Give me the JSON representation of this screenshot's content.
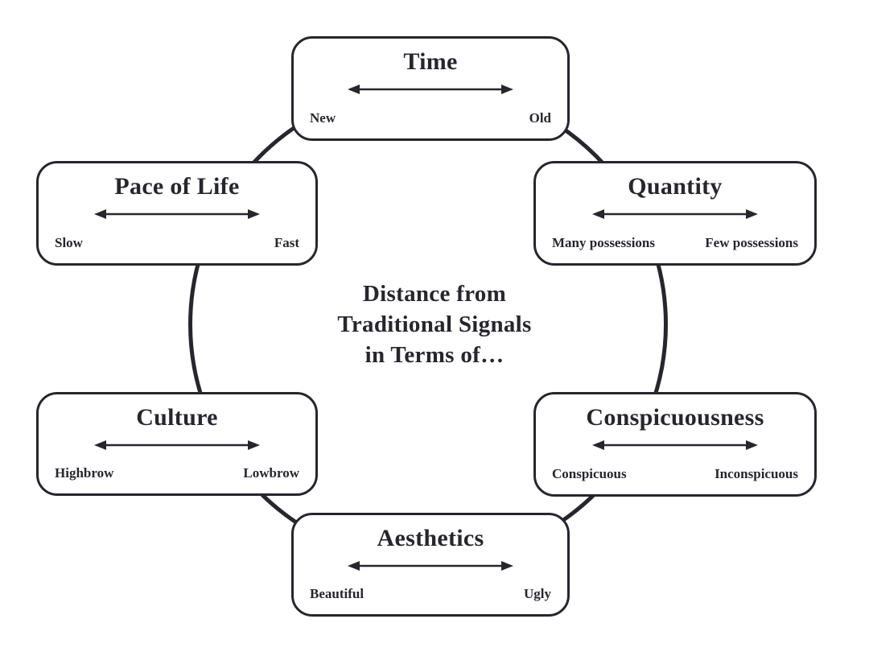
{
  "diagram": {
    "center_caption": {
      "line1": "Distance from",
      "line2": "Traditional Signals",
      "line3": "in Terms of…"
    },
    "nodes": [
      {
        "id": "time",
        "title": "Time",
        "left_label": "New",
        "right_label": "Old"
      },
      {
        "id": "pace_of_life",
        "title": "Pace of Life",
        "left_label": "Slow",
        "right_label": "Fast"
      },
      {
        "id": "quantity",
        "title": "Quantity",
        "left_label": "Many possessions",
        "right_label": "Few possessions"
      },
      {
        "id": "culture",
        "title": "Culture",
        "left_label": "Highbrow",
        "right_label": "Lowbrow"
      },
      {
        "id": "conspicuousness",
        "title": "Conspicuousness",
        "left_label": "Conspicuous",
        "right_label": "Inconspicuous"
      },
      {
        "id": "aesthetics",
        "title": "Aesthetics",
        "left_label": "Beautiful",
        "right_label": "Ugly"
      }
    ],
    "colors": {
      "ink": "#26262e",
      "background": "#ffffff"
    }
  }
}
